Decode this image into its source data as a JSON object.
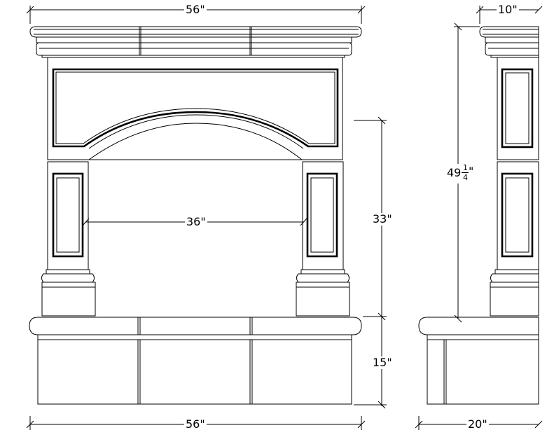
{
  "front_elevation": {
    "overall_width_top": "56\"",
    "overall_width_bottom": "56\"",
    "opening_width": "36\"",
    "opening_height": "33\"",
    "hearth_height": "15\""
  },
  "side_elevation": {
    "depth_top": "10\"",
    "depth_bottom": "20\"",
    "height_whole": "49",
    "height_frac_num": "1",
    "height_frac_den": "4",
    "height_unit": "\""
  }
}
